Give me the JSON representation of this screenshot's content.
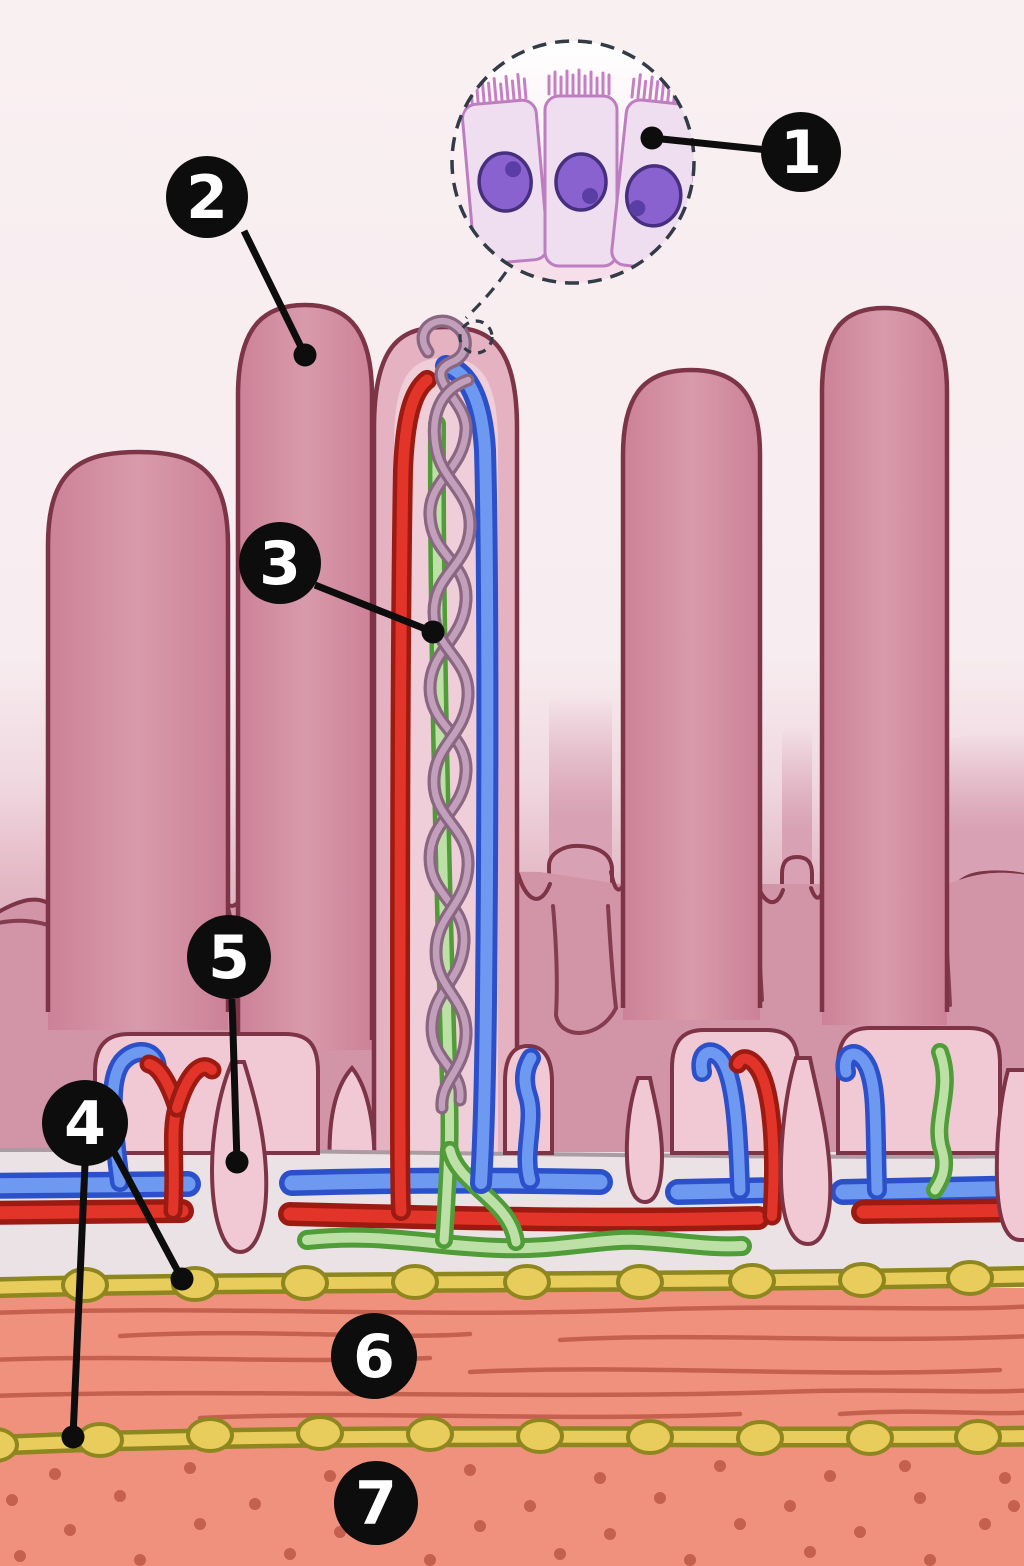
{
  "diagram": {
    "callouts": [
      {
        "number": "1"
      },
      {
        "number": "2"
      },
      {
        "number": "3"
      },
      {
        "number": "4"
      },
      {
        "number": "5"
      },
      {
        "number": "6"
      },
      {
        "number": "7"
      }
    ]
  },
  "palette": {
    "background_top": "#f9f0f2",
    "background_dusty": "#dcabbb",
    "villus_pink": "#d28da0",
    "villus_outline": "#7c3446",
    "mucosa_band": "#d294a7",
    "open_villus_rim": "#e5b2c2",
    "open_villus_inner": "#f0ced9",
    "crypt_pocket": "#f0c9d5",
    "submucosa_gray": "#eae2e4",
    "artery_red": "#e23429",
    "artery_red_outline": "#9b1b12",
    "vein_blue": "#6e99f0",
    "vein_blue_outline": "#2b50c9",
    "lacteal_green": "#bce0a6",
    "lacteal_green_outline": "#4f9c38",
    "capillary_mauve": "#c2a0bb",
    "capillary_mauve_outline": "#8a6781",
    "muscularis_yellow": "#e8cc5c",
    "muscularis_yellow_outline": "#8e871f",
    "muscle_salmon": "#f0917e",
    "muscle_streak": "#c4614e",
    "cell_body": "#efddf0",
    "cell_outline": "#bc7ec0",
    "nucleus_purple": "#8a62cf",
    "label_black": "#0d0d0d"
  }
}
